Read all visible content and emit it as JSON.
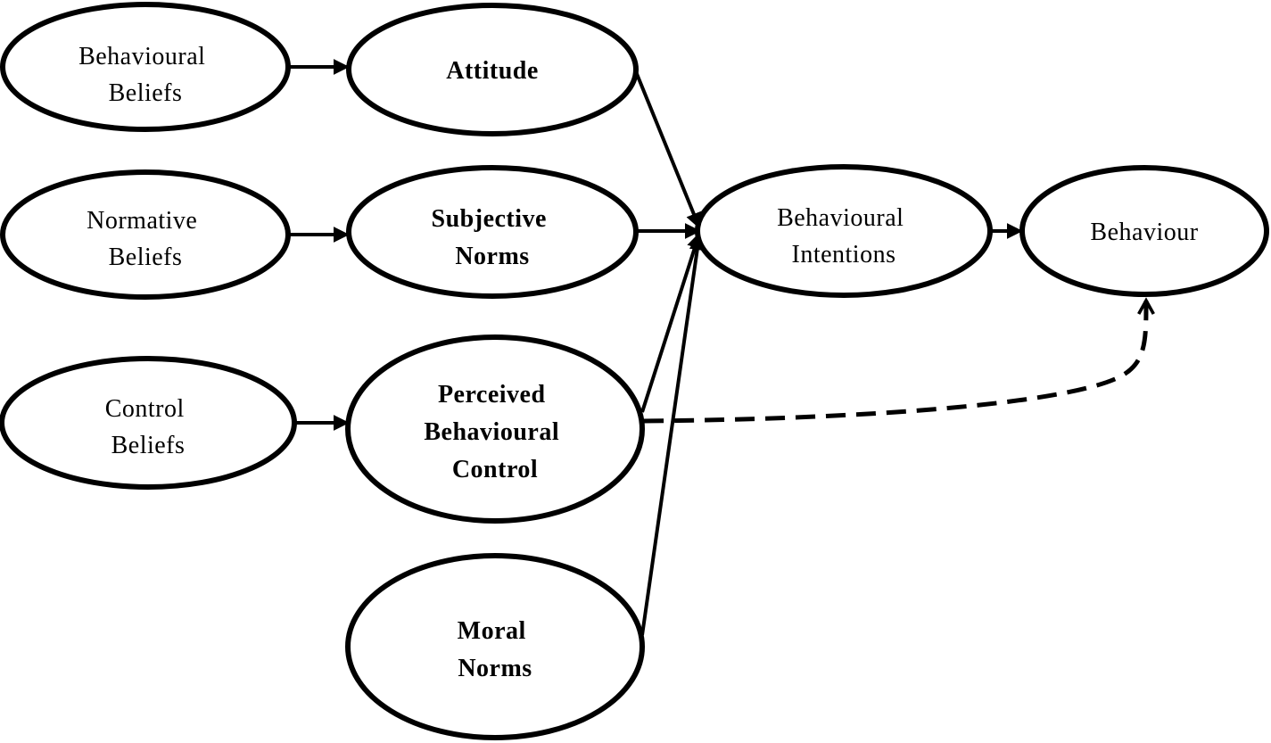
{
  "diagram": {
    "nodes": {
      "behavioural_beliefs": {
        "lines": [
          "Behavioural",
          "Beliefs"
        ]
      },
      "normative_beliefs": {
        "lines": [
          "Normative",
          "Beliefs"
        ]
      },
      "control_beliefs": {
        "lines": [
          "Control",
          "Beliefs"
        ]
      },
      "attitude": {
        "lines": [
          "Attitude"
        ]
      },
      "subjective_norms": {
        "lines": [
          "Subjective",
          "Norms"
        ]
      },
      "perceived_behavioural_control": {
        "lines": [
          "Perceived",
          "Behavioural",
          "Control"
        ]
      },
      "moral_norms": {
        "lines": [
          "Moral",
          "Norms"
        ]
      },
      "behavioural_intentions": {
        "lines": [
          "Behavioural",
          "Intentions"
        ]
      },
      "behaviour": {
        "lines": [
          "Behaviour"
        ]
      }
    },
    "edges": [
      {
        "from": "behavioural_beliefs",
        "to": "attitude",
        "style": "solid"
      },
      {
        "from": "normative_beliefs",
        "to": "subjective_norms",
        "style": "solid"
      },
      {
        "from": "control_beliefs",
        "to": "perceived_behavioural_control",
        "style": "solid"
      },
      {
        "from": "attitude",
        "to": "behavioural_intentions",
        "style": "solid"
      },
      {
        "from": "subjective_norms",
        "to": "behavioural_intentions",
        "style": "solid"
      },
      {
        "from": "perceived_behavioural_control",
        "to": "behavioural_intentions",
        "style": "solid"
      },
      {
        "from": "moral_norms",
        "to": "behavioural_intentions",
        "style": "solid"
      },
      {
        "from": "behavioural_intentions",
        "to": "behaviour",
        "style": "solid"
      },
      {
        "from": "perceived_behavioural_control",
        "to": "behaviour",
        "style": "dashed"
      }
    ]
  }
}
